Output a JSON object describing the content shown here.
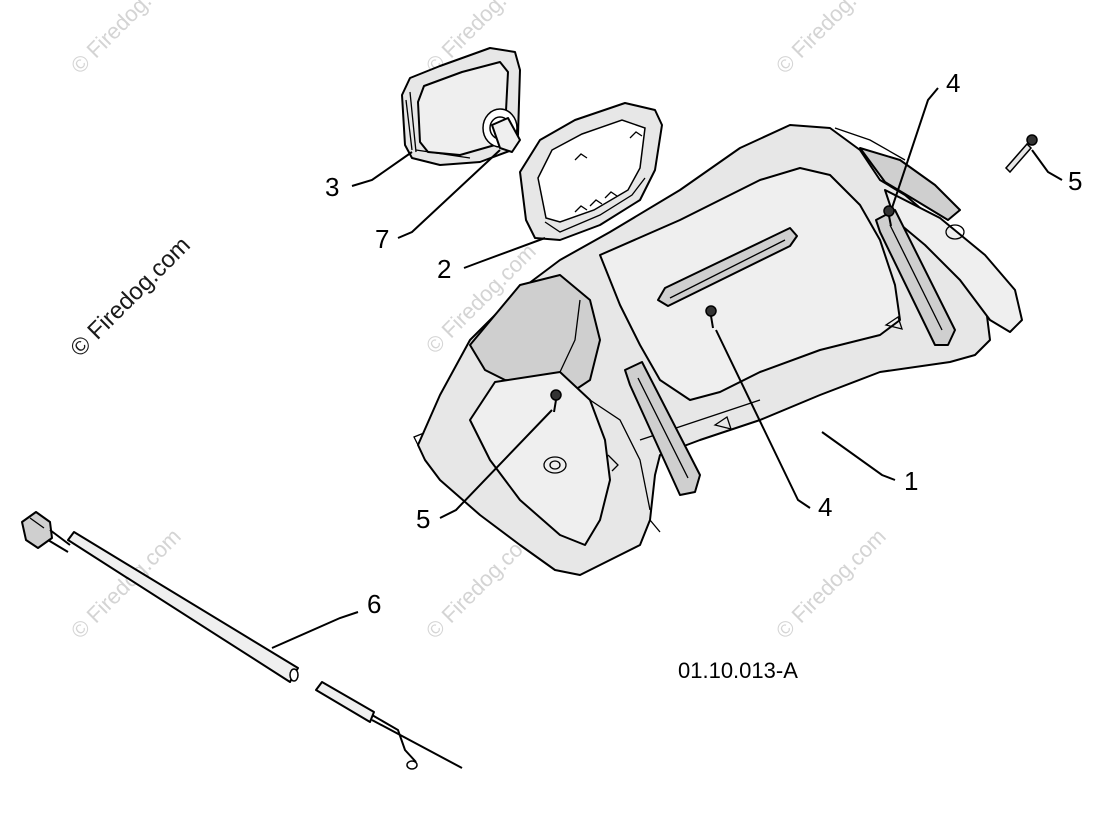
{
  "diagram": {
    "drawing_code": "01.10.013-A",
    "watermark_text": "© Firedog.com",
    "callouts": {
      "hood": "1",
      "bezel": "2",
      "lamp": "3",
      "screw_right": "4",
      "screw_center": "4",
      "bolt_left": "5",
      "bolt_right": "5",
      "harness": "6",
      "bulb": "7"
    }
  }
}
